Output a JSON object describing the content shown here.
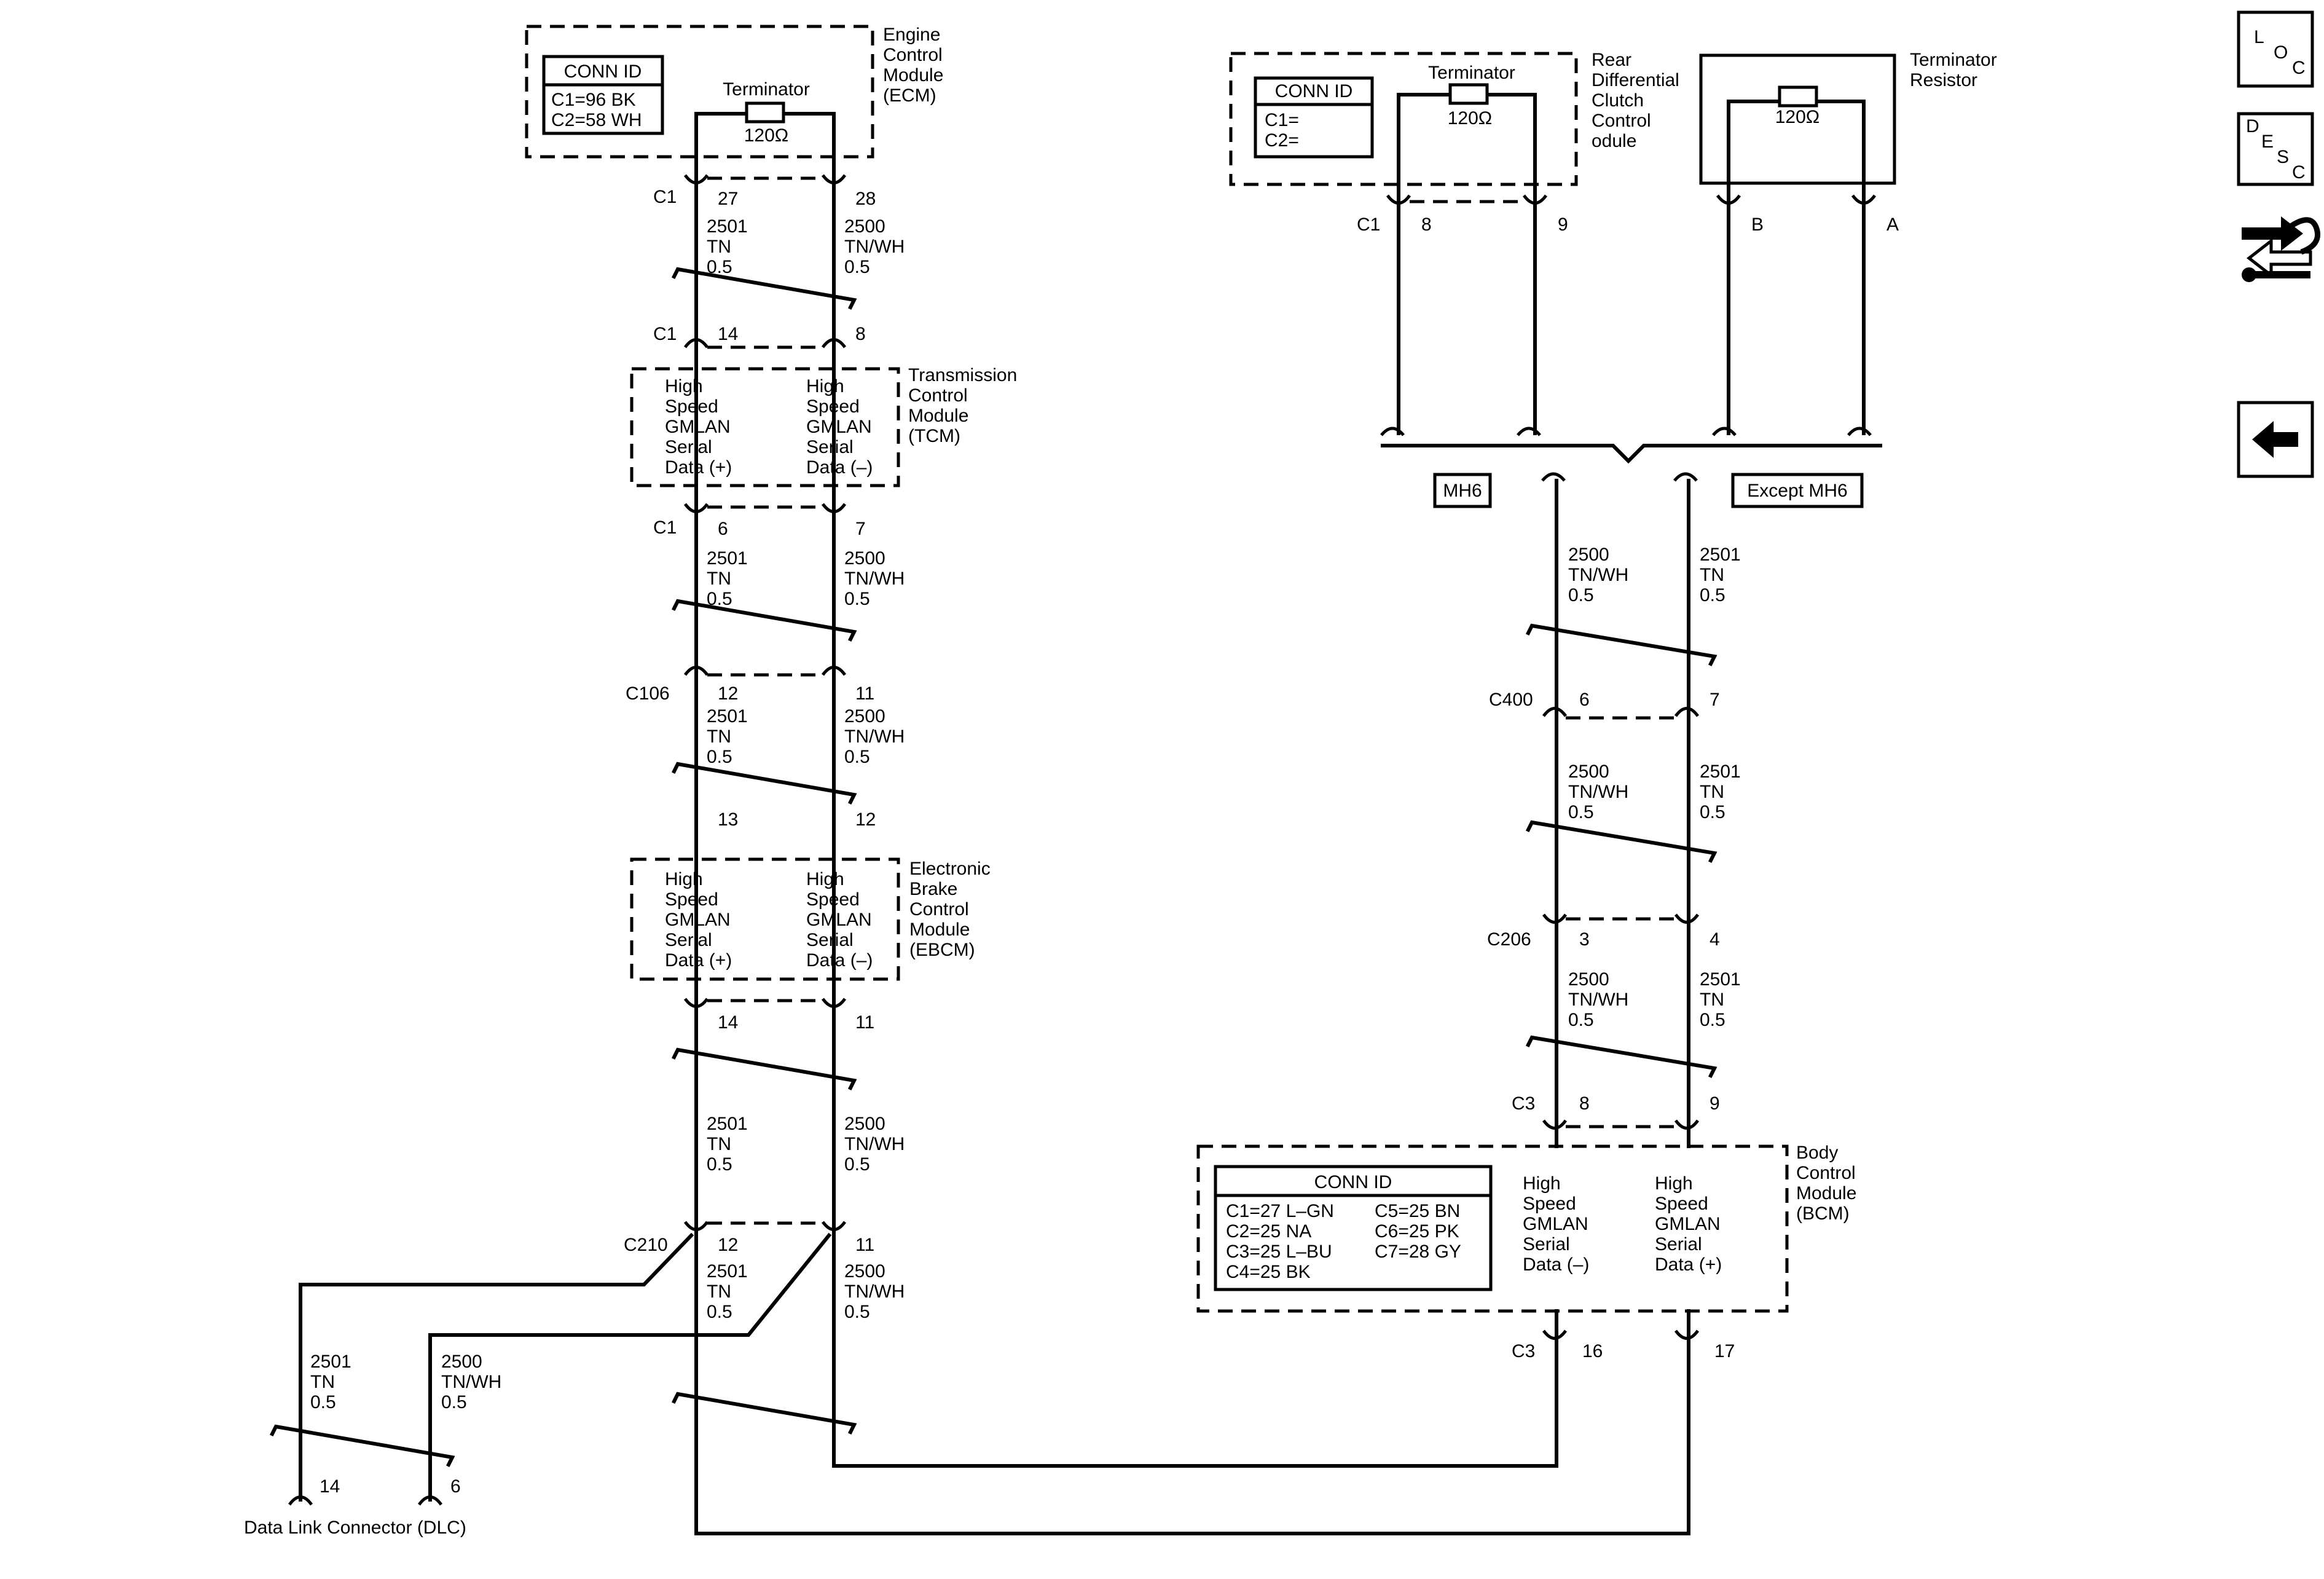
{
  "modules": {
    "ecm": {
      "name_lines": [
        "Engine",
        "Control",
        "Module",
        "(ECM)"
      ],
      "conn_title": "CONN ID",
      "conn_lines": [
        "C1=96 BK",
        "C2=58 WH"
      ],
      "terminator_label": "Terminator",
      "resistor": "120Ω"
    },
    "tcm": {
      "name_lines": [
        "Transmission",
        "Control",
        "Module",
        "(TCM)"
      ],
      "left_lines": [
        "High",
        "Speed",
        "GMLAN",
        "Serial",
        "Data (+)"
      ],
      "right_lines": [
        "High",
        "Speed",
        "GMLAN",
        "Serial",
        "Data (–)"
      ]
    },
    "ebcm": {
      "name_lines": [
        "Electronic",
        "Brake",
        "Control",
        "Module",
        "(EBCM)"
      ],
      "left_lines": [
        "High",
        "Speed",
        "GMLAN",
        "Serial",
        "Data (+)"
      ],
      "right_lines": [
        "High",
        "Speed",
        "GMLAN",
        "Serial",
        "Data (–)"
      ]
    },
    "rdccm": {
      "name_lines": [
        "Rear",
        "Differential",
        "Clutch",
        "Control",
        "odule"
      ],
      "conn_title": "CONN ID",
      "conn_lines": [
        "C1=",
        "C2="
      ],
      "terminator_label": "Terminator",
      "resistor": "120Ω"
    },
    "term_resistor": {
      "name_lines": [
        "Terminator",
        "Resistor"
      ],
      "resistor": "120Ω"
    },
    "bcm": {
      "name_lines": [
        "Body",
        "Control",
        "Module",
        "(BCM)"
      ],
      "conn_title": "CONN ID",
      "conn_col1": [
        "C1=27 L–GN",
        "C2=25 NA",
        "C3=25 L–BU",
        "C4=25 BK"
      ],
      "conn_col2": [
        "C5=25 BN",
        "C6=25 PK",
        "C7=28 GY"
      ],
      "left_lines": [
        "High",
        "Speed",
        "GMLAN",
        "Serial",
        "Data (–)"
      ],
      "right_lines": [
        "High",
        "Speed",
        "GMLAN",
        "Serial",
        "Data (+)"
      ]
    },
    "dlc": {
      "name": "Data Link Connector (DLC)"
    }
  },
  "wires": {
    "tn": [
      "2501",
      "TN",
      "0.5"
    ],
    "tnwh": [
      "2500",
      "TN/WH",
      "0.5"
    ]
  },
  "connectors": {
    "ecm_c1": {
      "id": "C1",
      "left": "27",
      "right": "28"
    },
    "tcm_top": {
      "id": "C1",
      "left": "14",
      "right": "8"
    },
    "tcm_bot": {
      "id": "C1",
      "left": "6",
      "right": "7"
    },
    "c106": {
      "id": "C106",
      "left": "12",
      "right": "11"
    },
    "ebcm_top": {
      "left": "13",
      "right": "12"
    },
    "ebcm_bot": {
      "left": "14",
      "right": "11"
    },
    "c210": {
      "id": "C210",
      "left": "12",
      "right": "11"
    },
    "dlc_pins": {
      "left": "14",
      "right": "6"
    },
    "rdccm_c1": {
      "id": "C1",
      "left": "8",
      "right": "9"
    },
    "term_pins": {
      "left": "B",
      "right": "A"
    },
    "c400": {
      "id": "C400",
      "left": "6",
      "right": "7"
    },
    "c206": {
      "id": "C206",
      "left": "3",
      "right": "4"
    },
    "bcm_c3_top": {
      "id": "C3",
      "left": "8",
      "right": "9"
    },
    "bcm_c3_bot": {
      "id": "C3",
      "left": "16",
      "right": "17"
    }
  },
  "options": {
    "mh6": "MH6",
    "except_mh6": "Except MH6"
  },
  "nav": {
    "loc": [
      "L",
      "O",
      "C"
    ],
    "desc": [
      "D",
      "E",
      "S",
      "C"
    ]
  }
}
